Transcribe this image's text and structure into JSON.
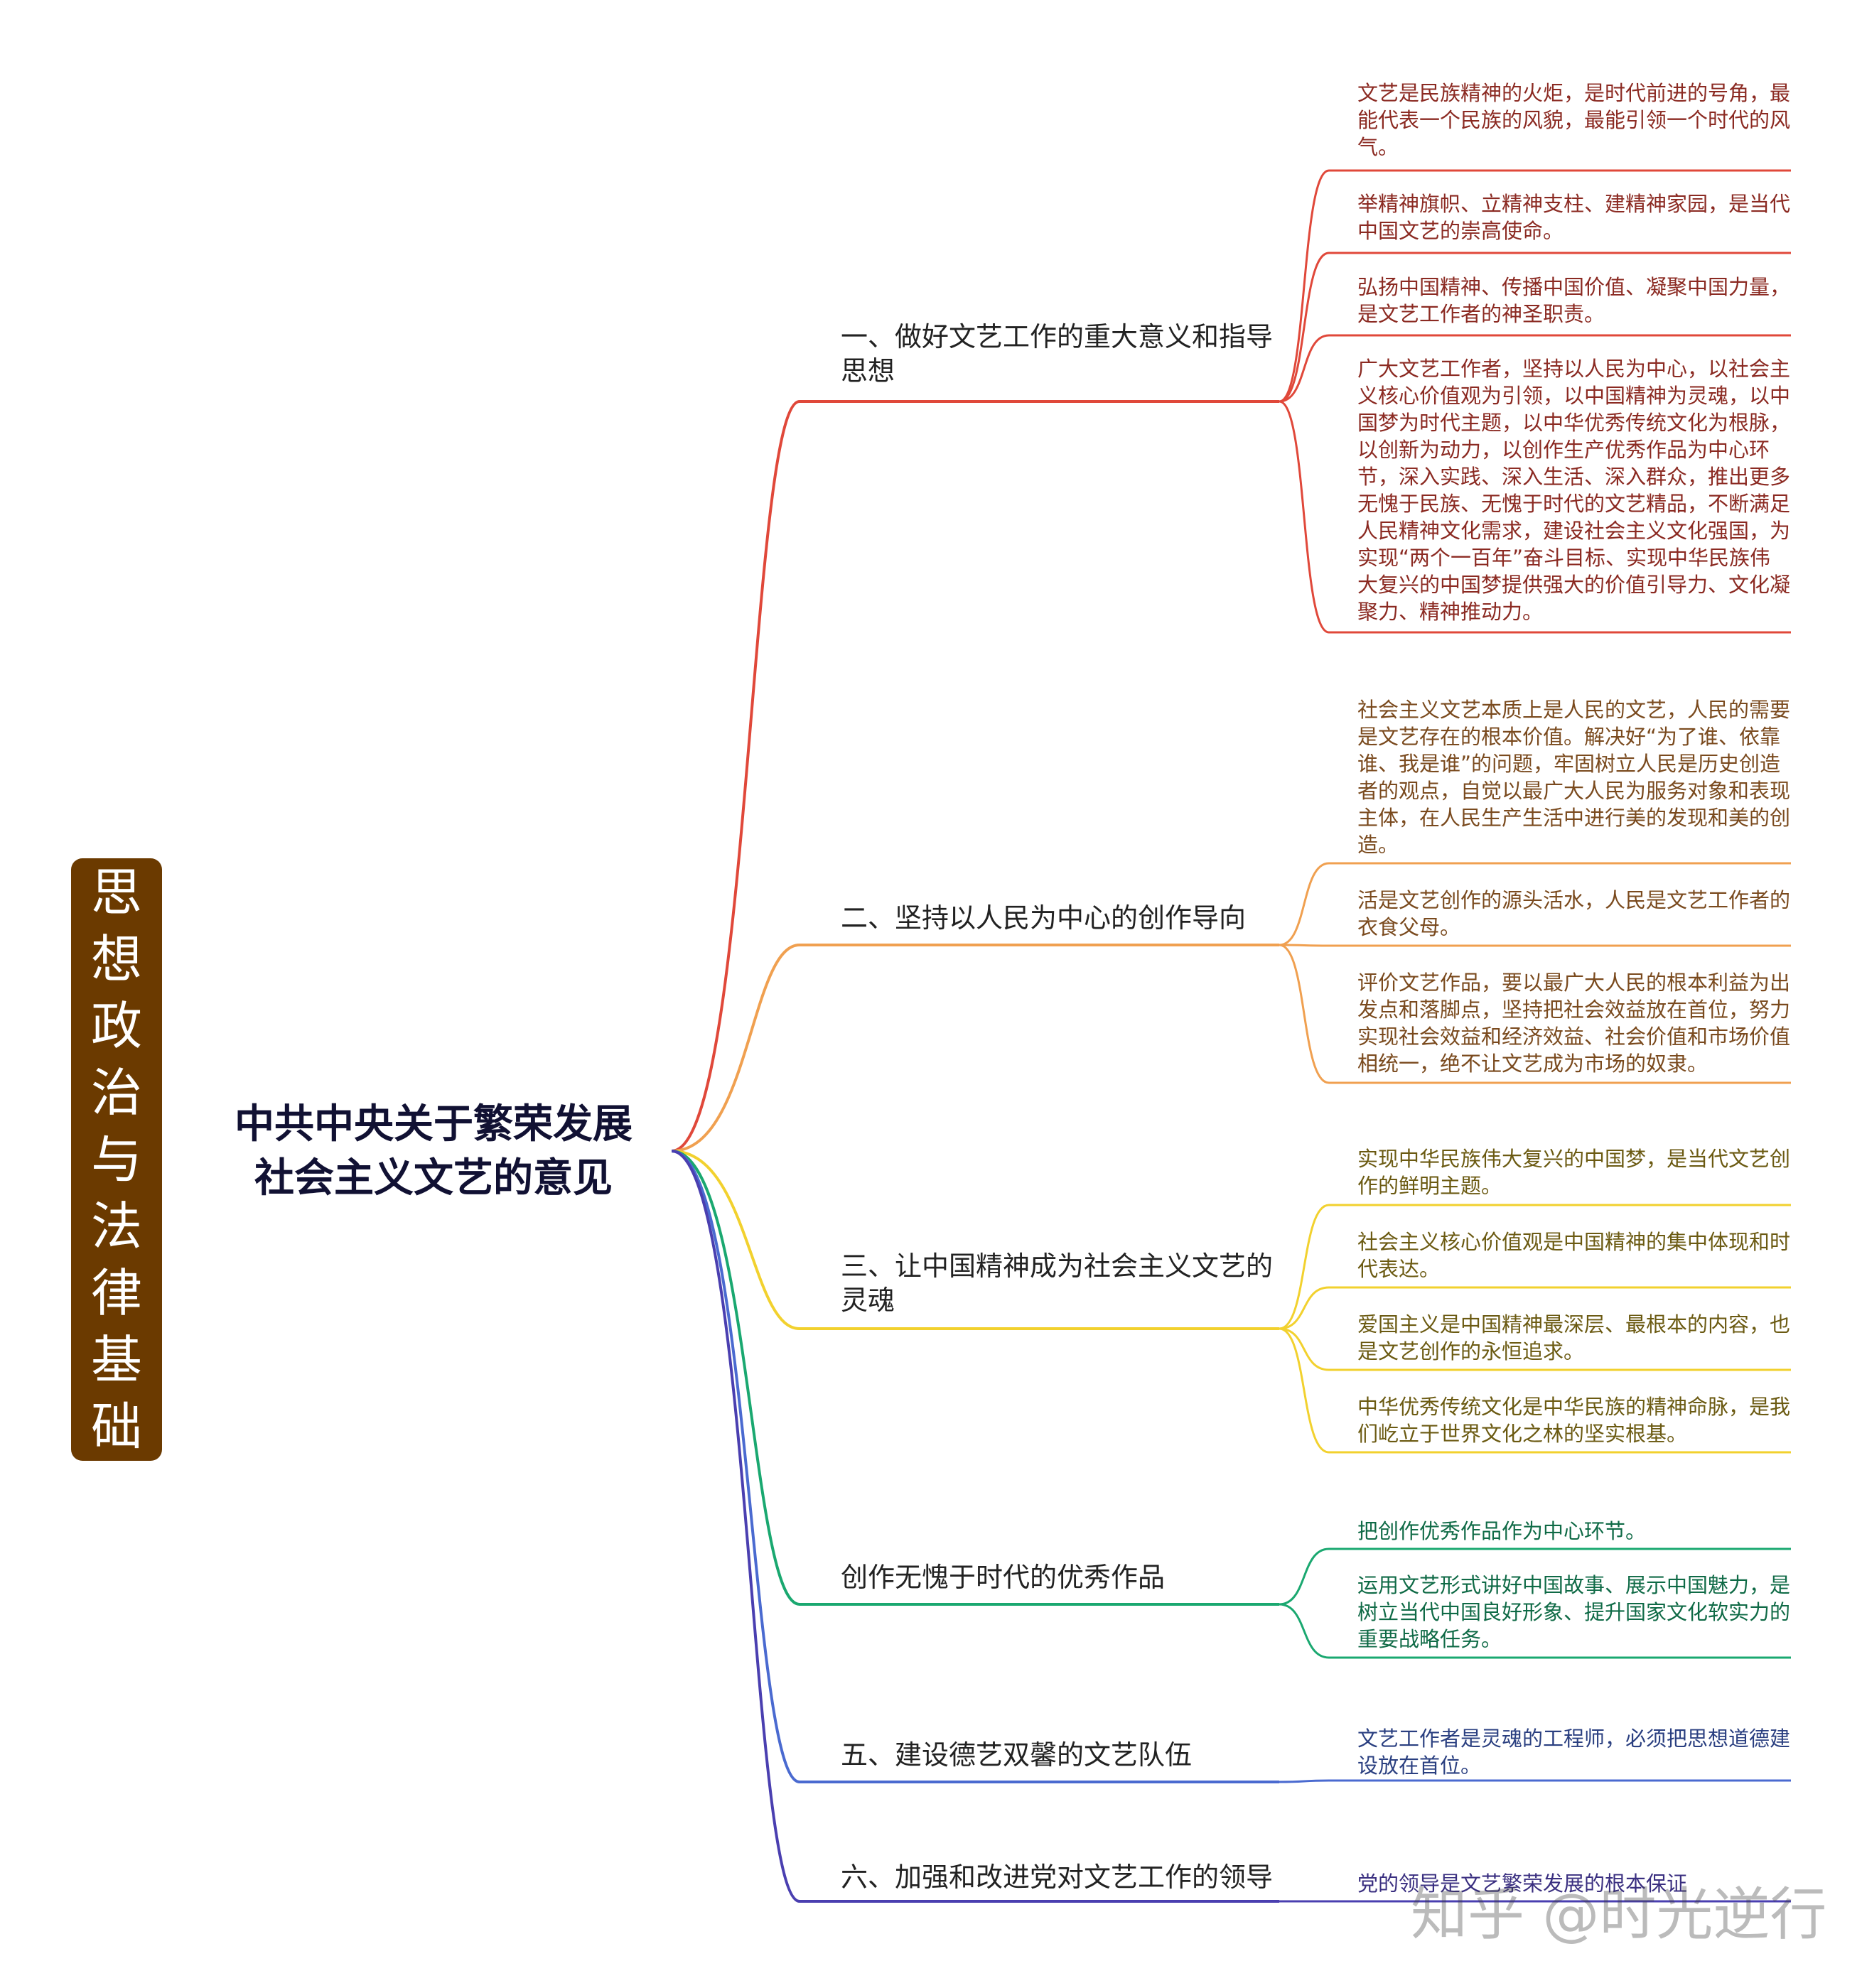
{
  "side_tag": {
    "text": "思想政治与法律基础",
    "bg": "#6b3a00"
  },
  "central": {
    "title": "中共中央关于繁荣发展社会主义文艺的意见",
    "line1": "中共中央关于繁荣发展",
    "line2": "社会主义文艺的意见"
  },
  "branches": [
    {
      "label": "一、做好文艺工作的重大意义和指导思想",
      "color": "#e0483a",
      "leaves": [
        "文艺是民族精神的火炬，是时代前进的号角，最能代表一个民族的风貌，最能引领一个时代的风气。",
        "举精神旗帜、立精神支柱、建精神家园，是当代中国文艺的崇高使命。",
        "弘扬中国精神、传播中国价值、凝聚中国力量，是文艺工作者的神圣职责。",
        "广大文艺工作者，坚持以人民为中心，以社会主义核心价值观为引领，以中国精神为灵魂，以中国梦为时代主题，以中华优秀传统文化为根脉，以创新为动力，以创作生产优秀作品为中心环节，深入实践、深入生活、深入群众，推出更多无愧于民族、无愧于时代的文艺精品，不断满足人民精神文化需求，建设社会主义文化强国，为实现“两个一百年”奋斗目标、实现中华民族伟大复兴的中国梦提供强大的价值引导力、文化凝聚力、精神推动力。"
      ]
    },
    {
      "label": "二、坚持以人民为中心的创作导向",
      "color": "#f0a050",
      "leaves": [
        "社会主义文艺本质上是人民的文艺，人民的需要是文艺存在的根本价值。解决好“为了谁、依靠谁、我是谁”的问题，牢固树立人民是历史创造者的观点，自觉以最广大人民为服务对象和表现主体，在人民生产生活中进行美的发现和美的创造。",
        "活是文艺创作的源头活水，人民是文艺工作者的衣食父母。",
        "评价文艺作品，要以最广大人民的根本利益为出发点和落脚点，坚持把社会效益放在首位，努力实现社会效益和经济效益、社会价值和市场价值相统一，绝不让文艺成为市场的奴隶。"
      ]
    },
    {
      "label": "三、让中国精神成为社会主义文艺的灵魂",
      "color": "#f2d12e",
      "leaves": [
        "实现中华民族伟大复兴的中国梦，是当代文艺创作的鲜明主题。",
        "社会主义核心价值观是中国精神的集中体现和时代表达。",
        "爱国主义是中国精神最深层、最根本的内容，也是文艺创作的永恒追求。",
        "中华优秀传统文化是中华民族的精神命脉，是我们屹立于世界文化之林的坚实根基。"
      ]
    },
    {
      "label": "创作无愧于时代的优秀作品",
      "color": "#1aa870",
      "leaves": [
        "把创作优秀作品作为中心环节。",
        "运用文艺形式讲好中国故事、展示中国魅力，是树立当代中国良好形象、提升国家文化软实力的重要战略任务。"
      ]
    },
    {
      "label": "五、建设德艺双馨的文艺队伍",
      "color": "#4a6ad0",
      "leaves": [
        "文艺工作者是灵魂的工程师，必须把思想道德建设放在首位。"
      ]
    },
    {
      "label": "六、加强和改进党对文艺工作的领导",
      "color": "#4a3fb0",
      "leaves": [
        "党的领导是文艺繁荣发展的根本保证"
      ]
    }
  ],
  "watermark": "知乎 @时光逆行"
}
